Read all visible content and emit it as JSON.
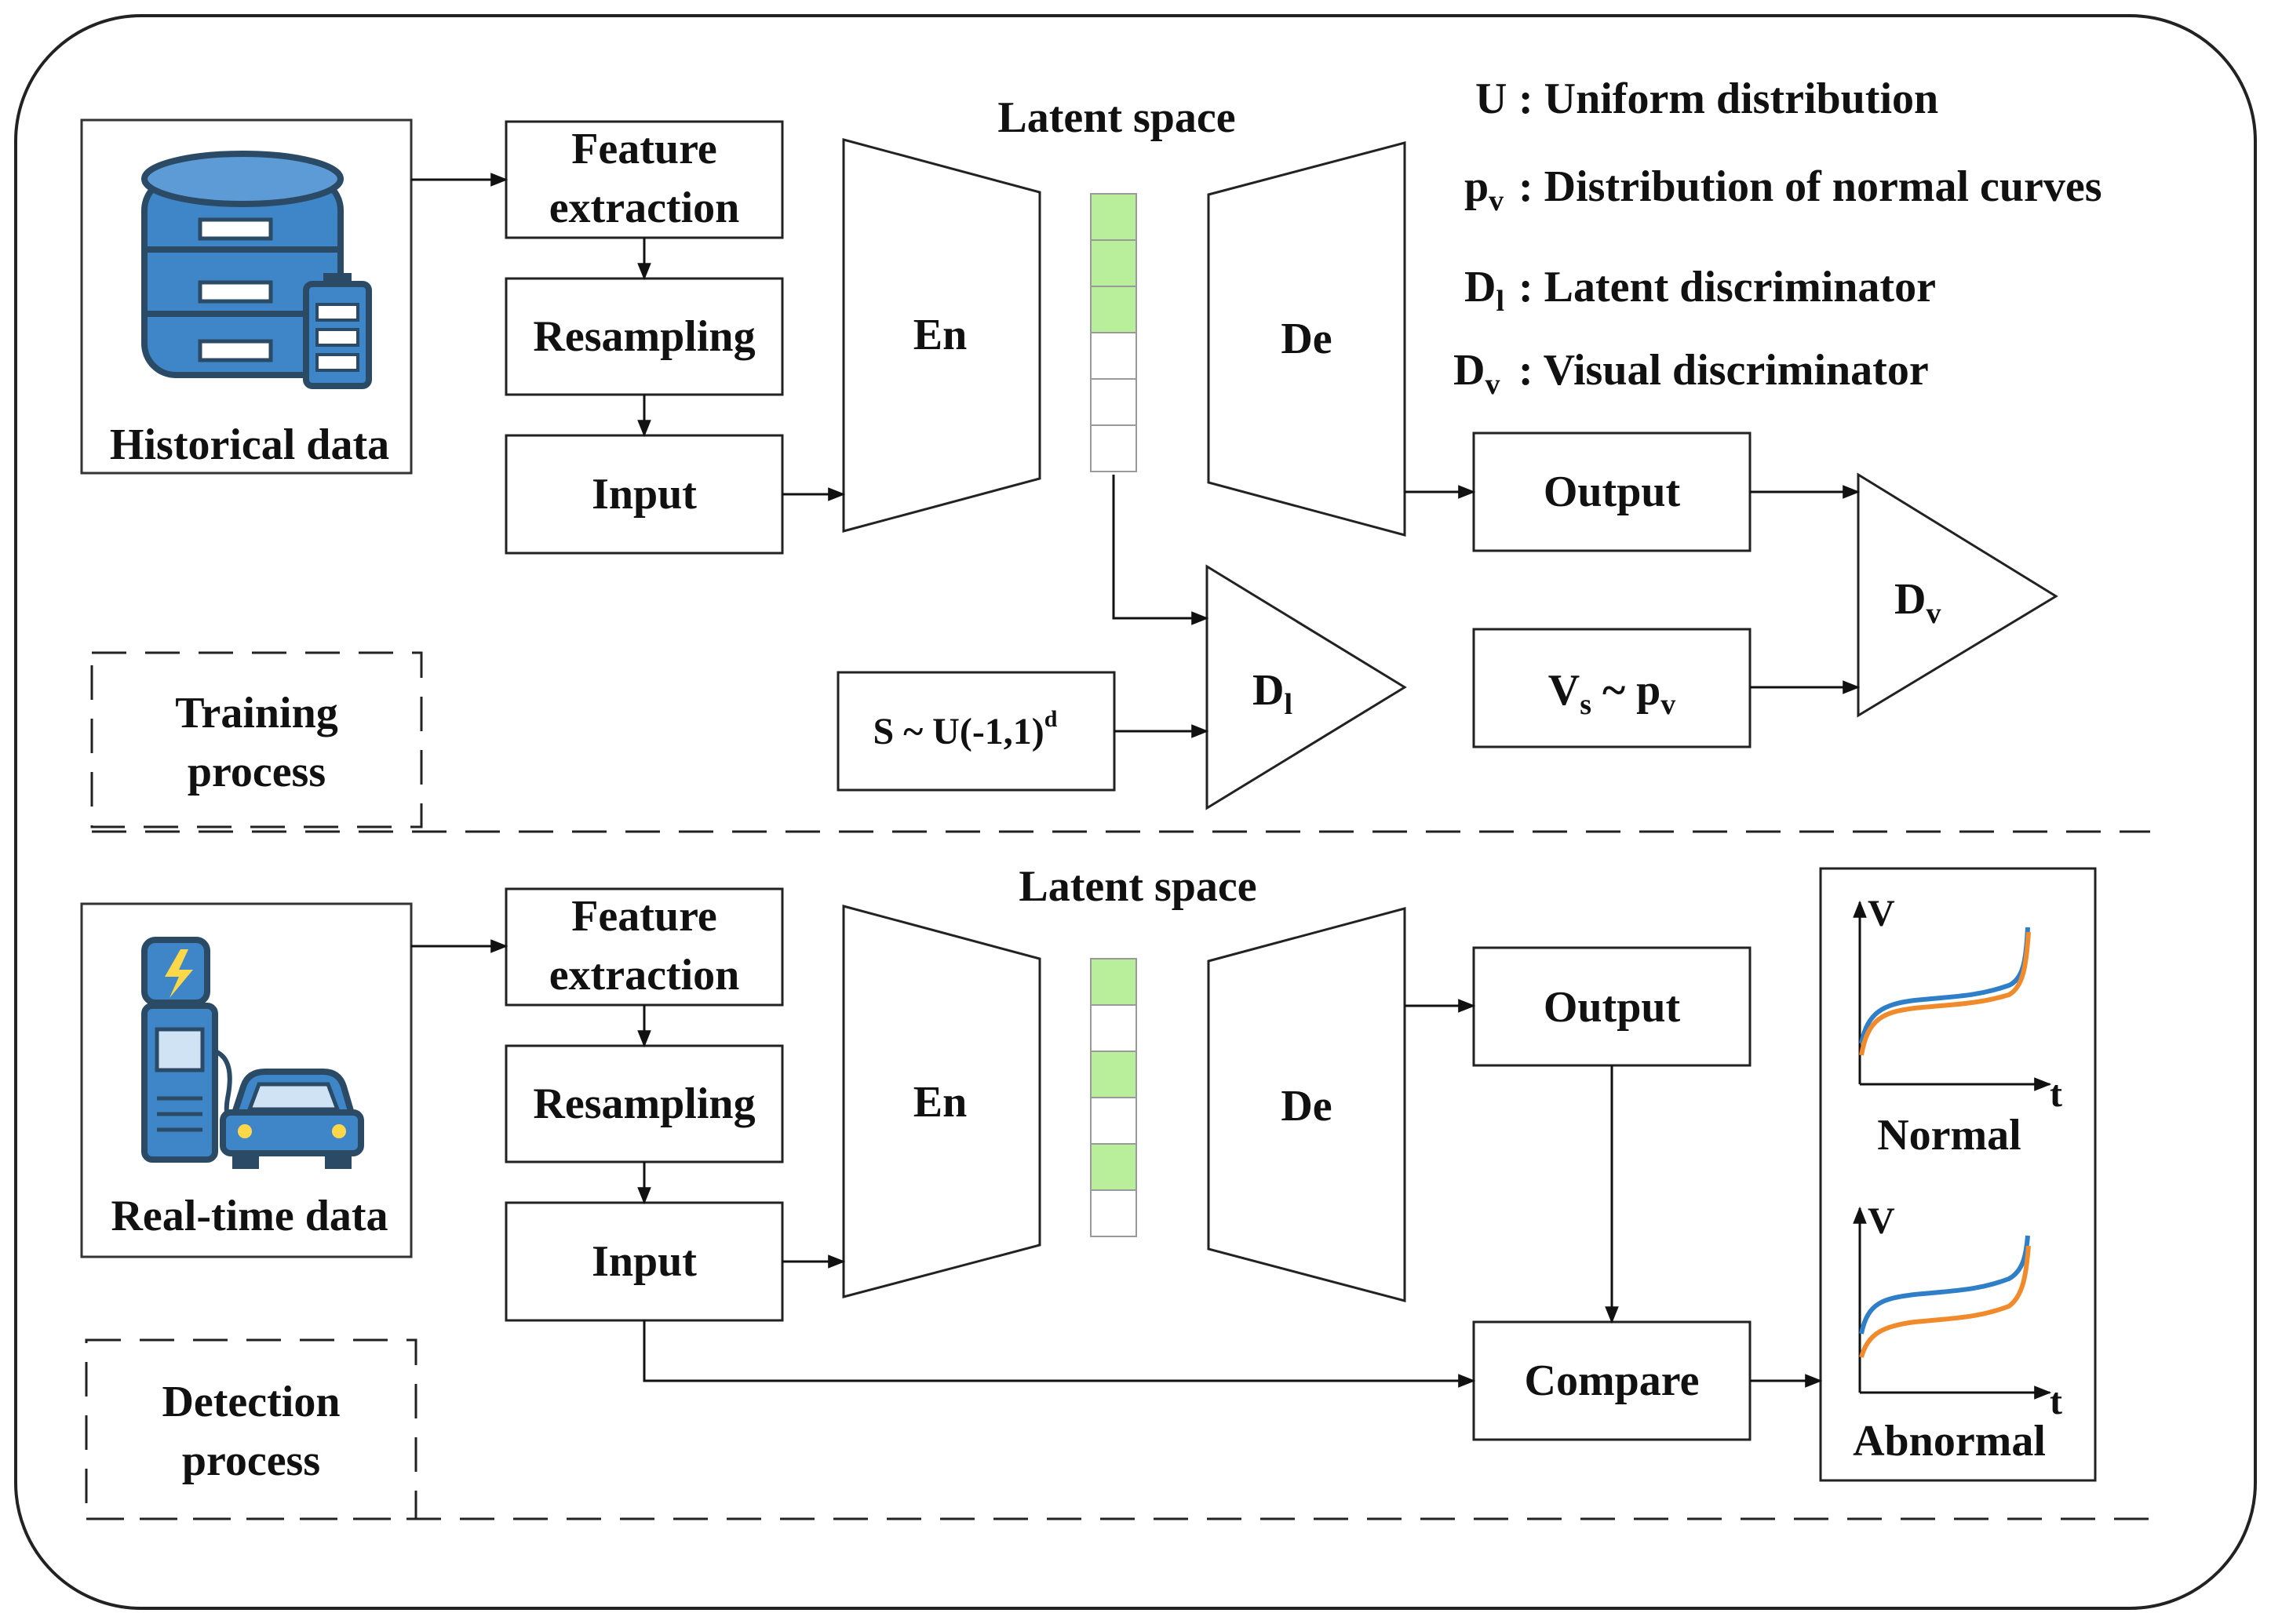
{
  "legend": {
    "u_sym": "U",
    "u_text": ": Uniform distribution",
    "pv_main": "p",
    "pv_sub": "v",
    "pv_text": ": Distribution of normal curves",
    "dl_main": "D",
    "dl_sub": "l",
    "dl_text": ": Latent discriminator",
    "dv_main": "D",
    "dv_sub": "v",
    "dv_text": ": Visual discriminator"
  },
  "training": {
    "process_line1": "Training",
    "process_line2": "process",
    "source_label": "Historical data",
    "feature_line1": "Feature",
    "feature_line2": "extraction",
    "resampling": "Resampling",
    "input": "Input",
    "encoder": "En",
    "decoder": "De",
    "latent_title": "Latent space",
    "output": "Output",
    "prior_prefix": "S ~ U(-1,1)",
    "prior_sup": "d",
    "dl_main": "D",
    "dl_sub": "l",
    "vs_main": "V",
    "vs_sub": "s",
    "vs_mid": " ~ p",
    "vs_sub2": "v",
    "dv_main": "D",
    "dv_sub": "v"
  },
  "detection": {
    "process_line1": "Detection",
    "process_line2": "process",
    "source_label": "Real-time data",
    "feature_line1": "Feature",
    "feature_line2": "extraction",
    "resampling": "Resampling",
    "input": "Input",
    "encoder": "En",
    "decoder": "De",
    "latent_title": "Latent space",
    "output": "Output",
    "compare": "Compare",
    "normal_label": "Normal",
    "abnormal_label": "Abnormal",
    "axis_v": "V",
    "axis_t": "t"
  },
  "latent_training": [
    true,
    true,
    true,
    false,
    false,
    false
  ],
  "latent_detection": [
    true,
    false,
    true,
    false,
    true,
    false
  ],
  "colors": {
    "latent_active": "#b9ee9a",
    "icon_blue": "#3f86c8",
    "icon_dark": "#2a4a66",
    "curve_blue": "#2f7fc8",
    "curve_orange": "#f08a2a"
  },
  "icons": {
    "training_source": "database-battery-icon",
    "detection_source": "charging-station-car-icon"
  }
}
